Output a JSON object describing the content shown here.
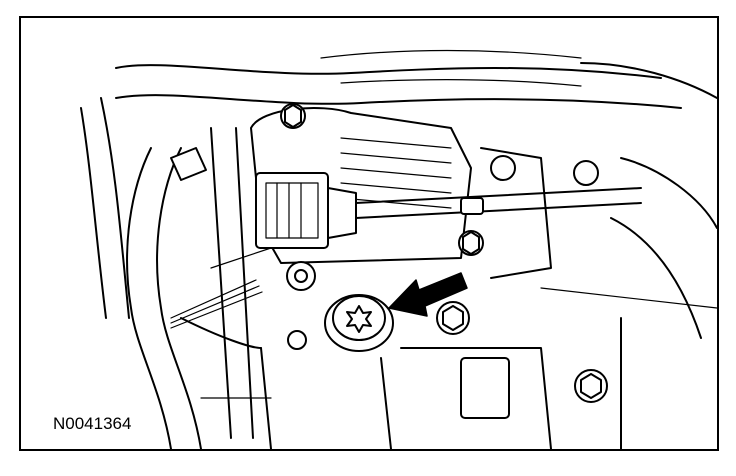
{
  "figure": {
    "id_label": "N0041364"
  },
  "callouts": [
    {
      "name": "arrow",
      "direction": "pointing-left-down"
    }
  ]
}
